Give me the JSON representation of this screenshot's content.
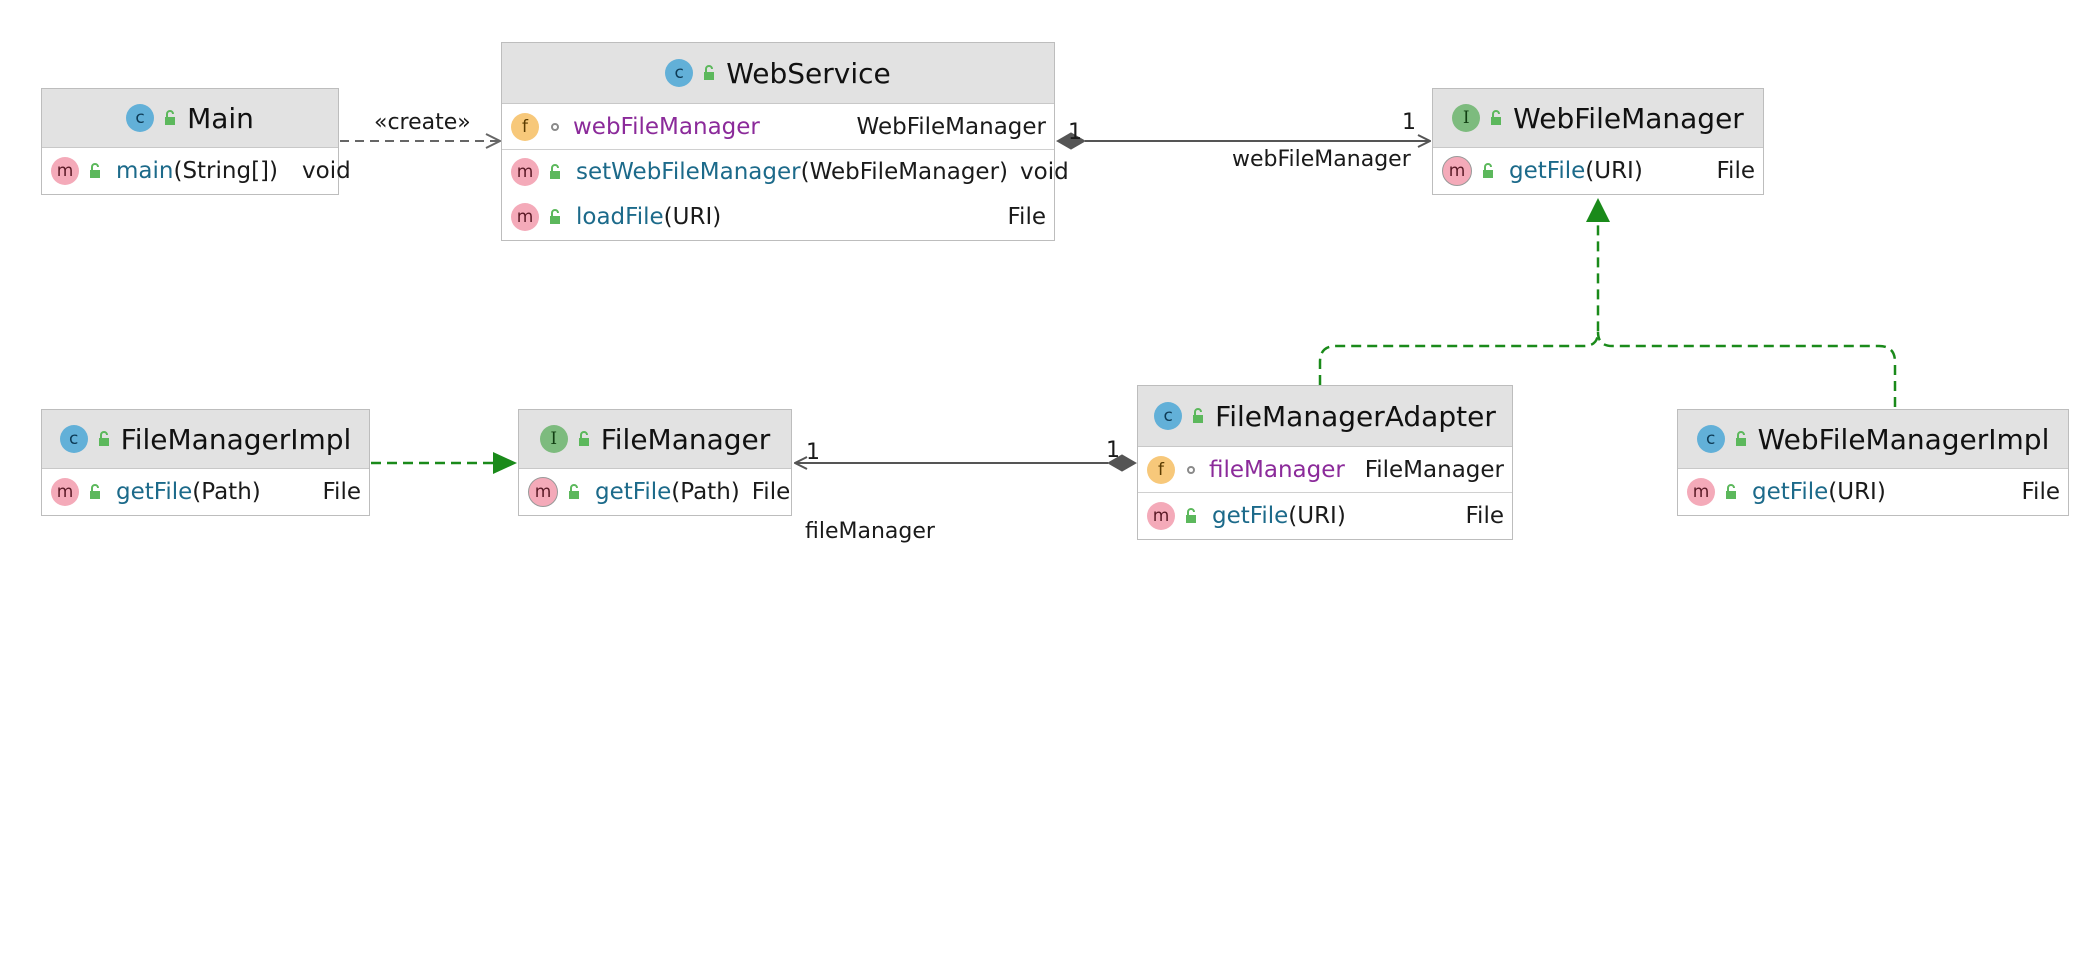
{
  "colors": {
    "edge": "#555555",
    "realization": "#1a8a1a",
    "class_badge": "#62b0d8",
    "interface_badge": "#7dbb7e",
    "method_badge": "#f4aab9",
    "field_badge": "#f7c87a",
    "lock": "#5cb85c",
    "method_name": "#1c6a8a",
    "field_name": "#8b2a9a",
    "keyword": "#1f3fa8"
  },
  "nodes": {
    "main": {
      "kind": "class",
      "badge": "c",
      "name": "Main",
      "methods": [
        {
          "name": "main",
          "params": "(String[])",
          "type": "void",
          "type_is_keyword": true
        }
      ]
    },
    "webservice": {
      "kind": "class",
      "badge": "c",
      "name": "WebService",
      "fields": [
        {
          "name": "webFileManager",
          "type": "WebFileManager"
        }
      ],
      "methods": [
        {
          "name": "setWebFileManager",
          "params": "(WebFileManager)",
          "type": "void",
          "type_is_keyword": true
        },
        {
          "name": "loadFile",
          "params": "(URI)",
          "type": "File"
        }
      ]
    },
    "webfilemanager": {
      "kind": "interface",
      "badge": "I",
      "name": "WebFileManager",
      "methods": [
        {
          "name": "getFile",
          "params": "(URI)",
          "type": "File"
        }
      ]
    },
    "filemanagerimpl": {
      "kind": "class",
      "badge": "c",
      "name": "FileManagerImpl",
      "methods": [
        {
          "name": "getFile",
          "params": "(Path)",
          "type": "File"
        }
      ]
    },
    "filemanager": {
      "kind": "interface",
      "badge": "I",
      "name": "FileManager",
      "methods": [
        {
          "name": "getFile",
          "params": "(Path)",
          "type": "File"
        }
      ]
    },
    "filemanageradapter": {
      "kind": "class",
      "badge": "c",
      "name": "FileManagerAdapter",
      "fields": [
        {
          "name": "fileManager",
          "type": "FileManager"
        }
      ],
      "methods": [
        {
          "name": "getFile",
          "params": "(URI)",
          "type": "File"
        }
      ]
    },
    "webfilemanagerimpl": {
      "kind": "class",
      "badge": "c",
      "name": "WebFileManagerImpl",
      "methods": [
        {
          "name": "getFile",
          "params": "(URI)",
          "type": "File"
        }
      ]
    }
  },
  "badge_letters": {
    "class": "c",
    "interface": "I",
    "method": "m",
    "field": "f"
  },
  "edges": {
    "create": {
      "stereotype": "«create»",
      "from": "Main",
      "to": "WebService",
      "kind": "dependency"
    },
    "webservice_to_webfilemanager": {
      "from": "WebService",
      "to": "WebFileManager",
      "kind": "composition",
      "source_multiplicity": "1",
      "target_multiplicity": "1",
      "role": "webFileManager"
    },
    "adapter_to_filemanager": {
      "from": "FileManagerAdapter",
      "to": "FileManager",
      "kind": "composition",
      "source_multiplicity": "1",
      "target_multiplicity": "1",
      "role": "fileManager"
    },
    "impl_realizes_filemanager": {
      "from": "FileManagerImpl",
      "to": "FileManager",
      "kind": "realization"
    },
    "adapter_realizes_webfilemanager": {
      "from": "FileManagerAdapter",
      "to": "WebFileManager",
      "kind": "realization"
    },
    "webimpl_realizes_webfilemanager": {
      "from": "WebFileManagerImpl",
      "to": "WebFileManager",
      "kind": "realization"
    }
  }
}
